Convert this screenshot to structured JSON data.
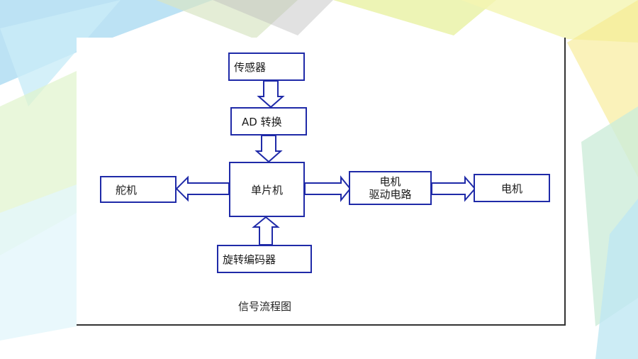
{
  "diagram": {
    "nodes": {
      "sensor": "传感器",
      "ad_convert": "AD 转换",
      "mcu": "单片机",
      "servo": "舵机",
      "motor_driver_line1": "电机",
      "motor_driver_line2": "驱动电路",
      "motor": "电机",
      "rotary_encoder": "旋转编码器"
    },
    "caption": "信号流程图",
    "colors": {
      "box_border": "#1f2aa8",
      "arrow": "#1f2aa8"
    }
  }
}
